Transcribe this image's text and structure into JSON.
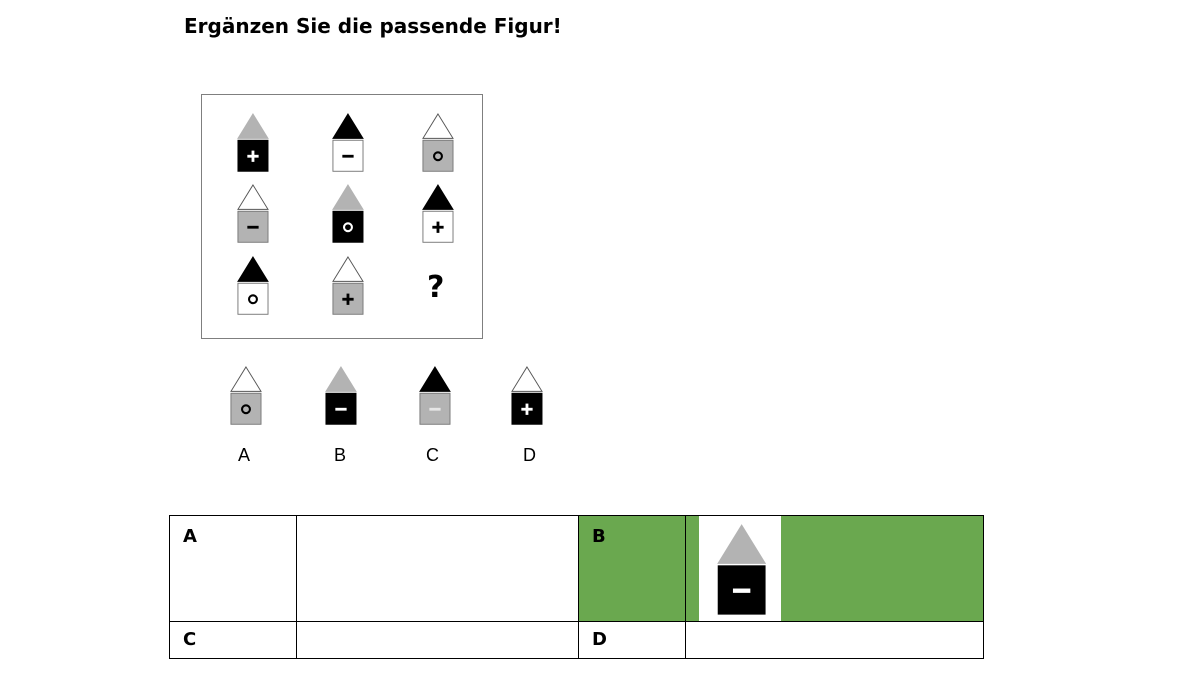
{
  "title": "Ergänzen Sie die passende Figur!",
  "colors": {
    "black": "#000000",
    "gray": "#b3b3b3",
    "white": "#ffffff",
    "highlight_green": "#6aa84f"
  },
  "matrix": [
    [
      {
        "roof": "gray",
        "body": "black",
        "symbol": "plus"
      },
      {
        "roof": "black",
        "body": "white",
        "symbol": "minus"
      },
      {
        "roof": "white",
        "body": "gray",
        "symbol": "circle"
      }
    ],
    [
      {
        "roof": "white",
        "body": "gray",
        "symbol": "minus"
      },
      {
        "roof": "gray",
        "body": "black",
        "symbol": "circle"
      },
      {
        "roof": "black",
        "body": "white",
        "symbol": "plus"
      }
    ],
    [
      {
        "roof": "black",
        "body": "white",
        "symbol": "circle"
      },
      {
        "roof": "white",
        "body": "gray",
        "symbol": "plus"
      },
      {
        "question_mark": "?"
      }
    ]
  ],
  "options": [
    {
      "label": "A",
      "roof": "white",
      "body": "gray",
      "symbol": "circle"
    },
    {
      "label": "B",
      "roof": "gray",
      "body": "black",
      "symbol": "minus"
    },
    {
      "label": "C",
      "roof": "black",
      "body": "gray",
      "symbol": "minus"
    },
    {
      "label": "D",
      "roof": "white",
      "body": "black",
      "symbol": "plus"
    }
  ],
  "answer_table": {
    "cells": [
      {
        "label": "A",
        "highlight": false
      },
      {
        "label": "B",
        "highlight": true
      },
      {
        "label": "C",
        "highlight": false
      },
      {
        "label": "D",
        "highlight": false
      }
    ],
    "answer_figure": {
      "roof": "gray",
      "body": "black",
      "symbol": "minus"
    }
  }
}
